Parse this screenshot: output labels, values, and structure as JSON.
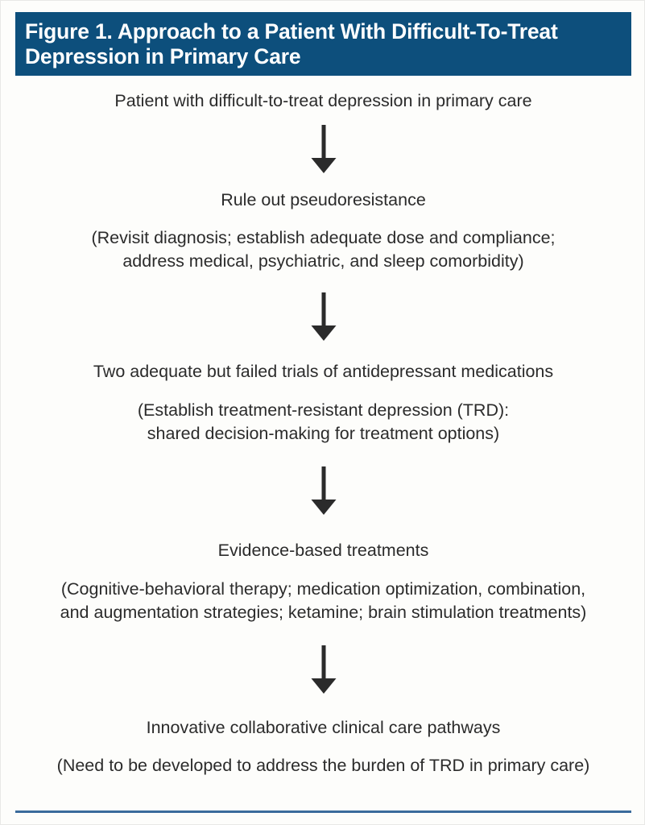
{
  "figure": {
    "title": "Figure 1. Approach to a Patient With Difficult-To-Treat\nDepression in Primary Care",
    "banner_color": "#0d4f7c",
    "title_color": "#ffffff",
    "text_color": "#2b2b2b",
    "rule_color": "#3a6b9c",
    "background_color": "#fdfdfb"
  },
  "flow": {
    "arrow_icon": "arrow-down-icon",
    "steps": [
      {
        "heading": "Patient with difficult-to-treat depression in primary care",
        "detail": ""
      },
      {
        "heading": "Rule out pseudoresistance",
        "detail": "(Revisit diagnosis; establish adequate dose and compliance;\naddress medical, psychiatric, and sleep comorbidity)"
      },
      {
        "heading": "Two adequate but failed trials of antidepressant medications",
        "detail": "(Establish treatment-resistant depression (TRD):\nshared decision-making for treatment options)"
      },
      {
        "heading": "Evidence-based treatments",
        "detail": "(Cognitive-behavioral therapy; medication optimization, combination,\nand augmentation strategies; ketamine; brain stimulation treatments)"
      },
      {
        "heading": "Innovative collaborative clinical care pathways",
        "detail": "(Need to be developed to address the burden of TRD in primary care)"
      }
    ]
  }
}
